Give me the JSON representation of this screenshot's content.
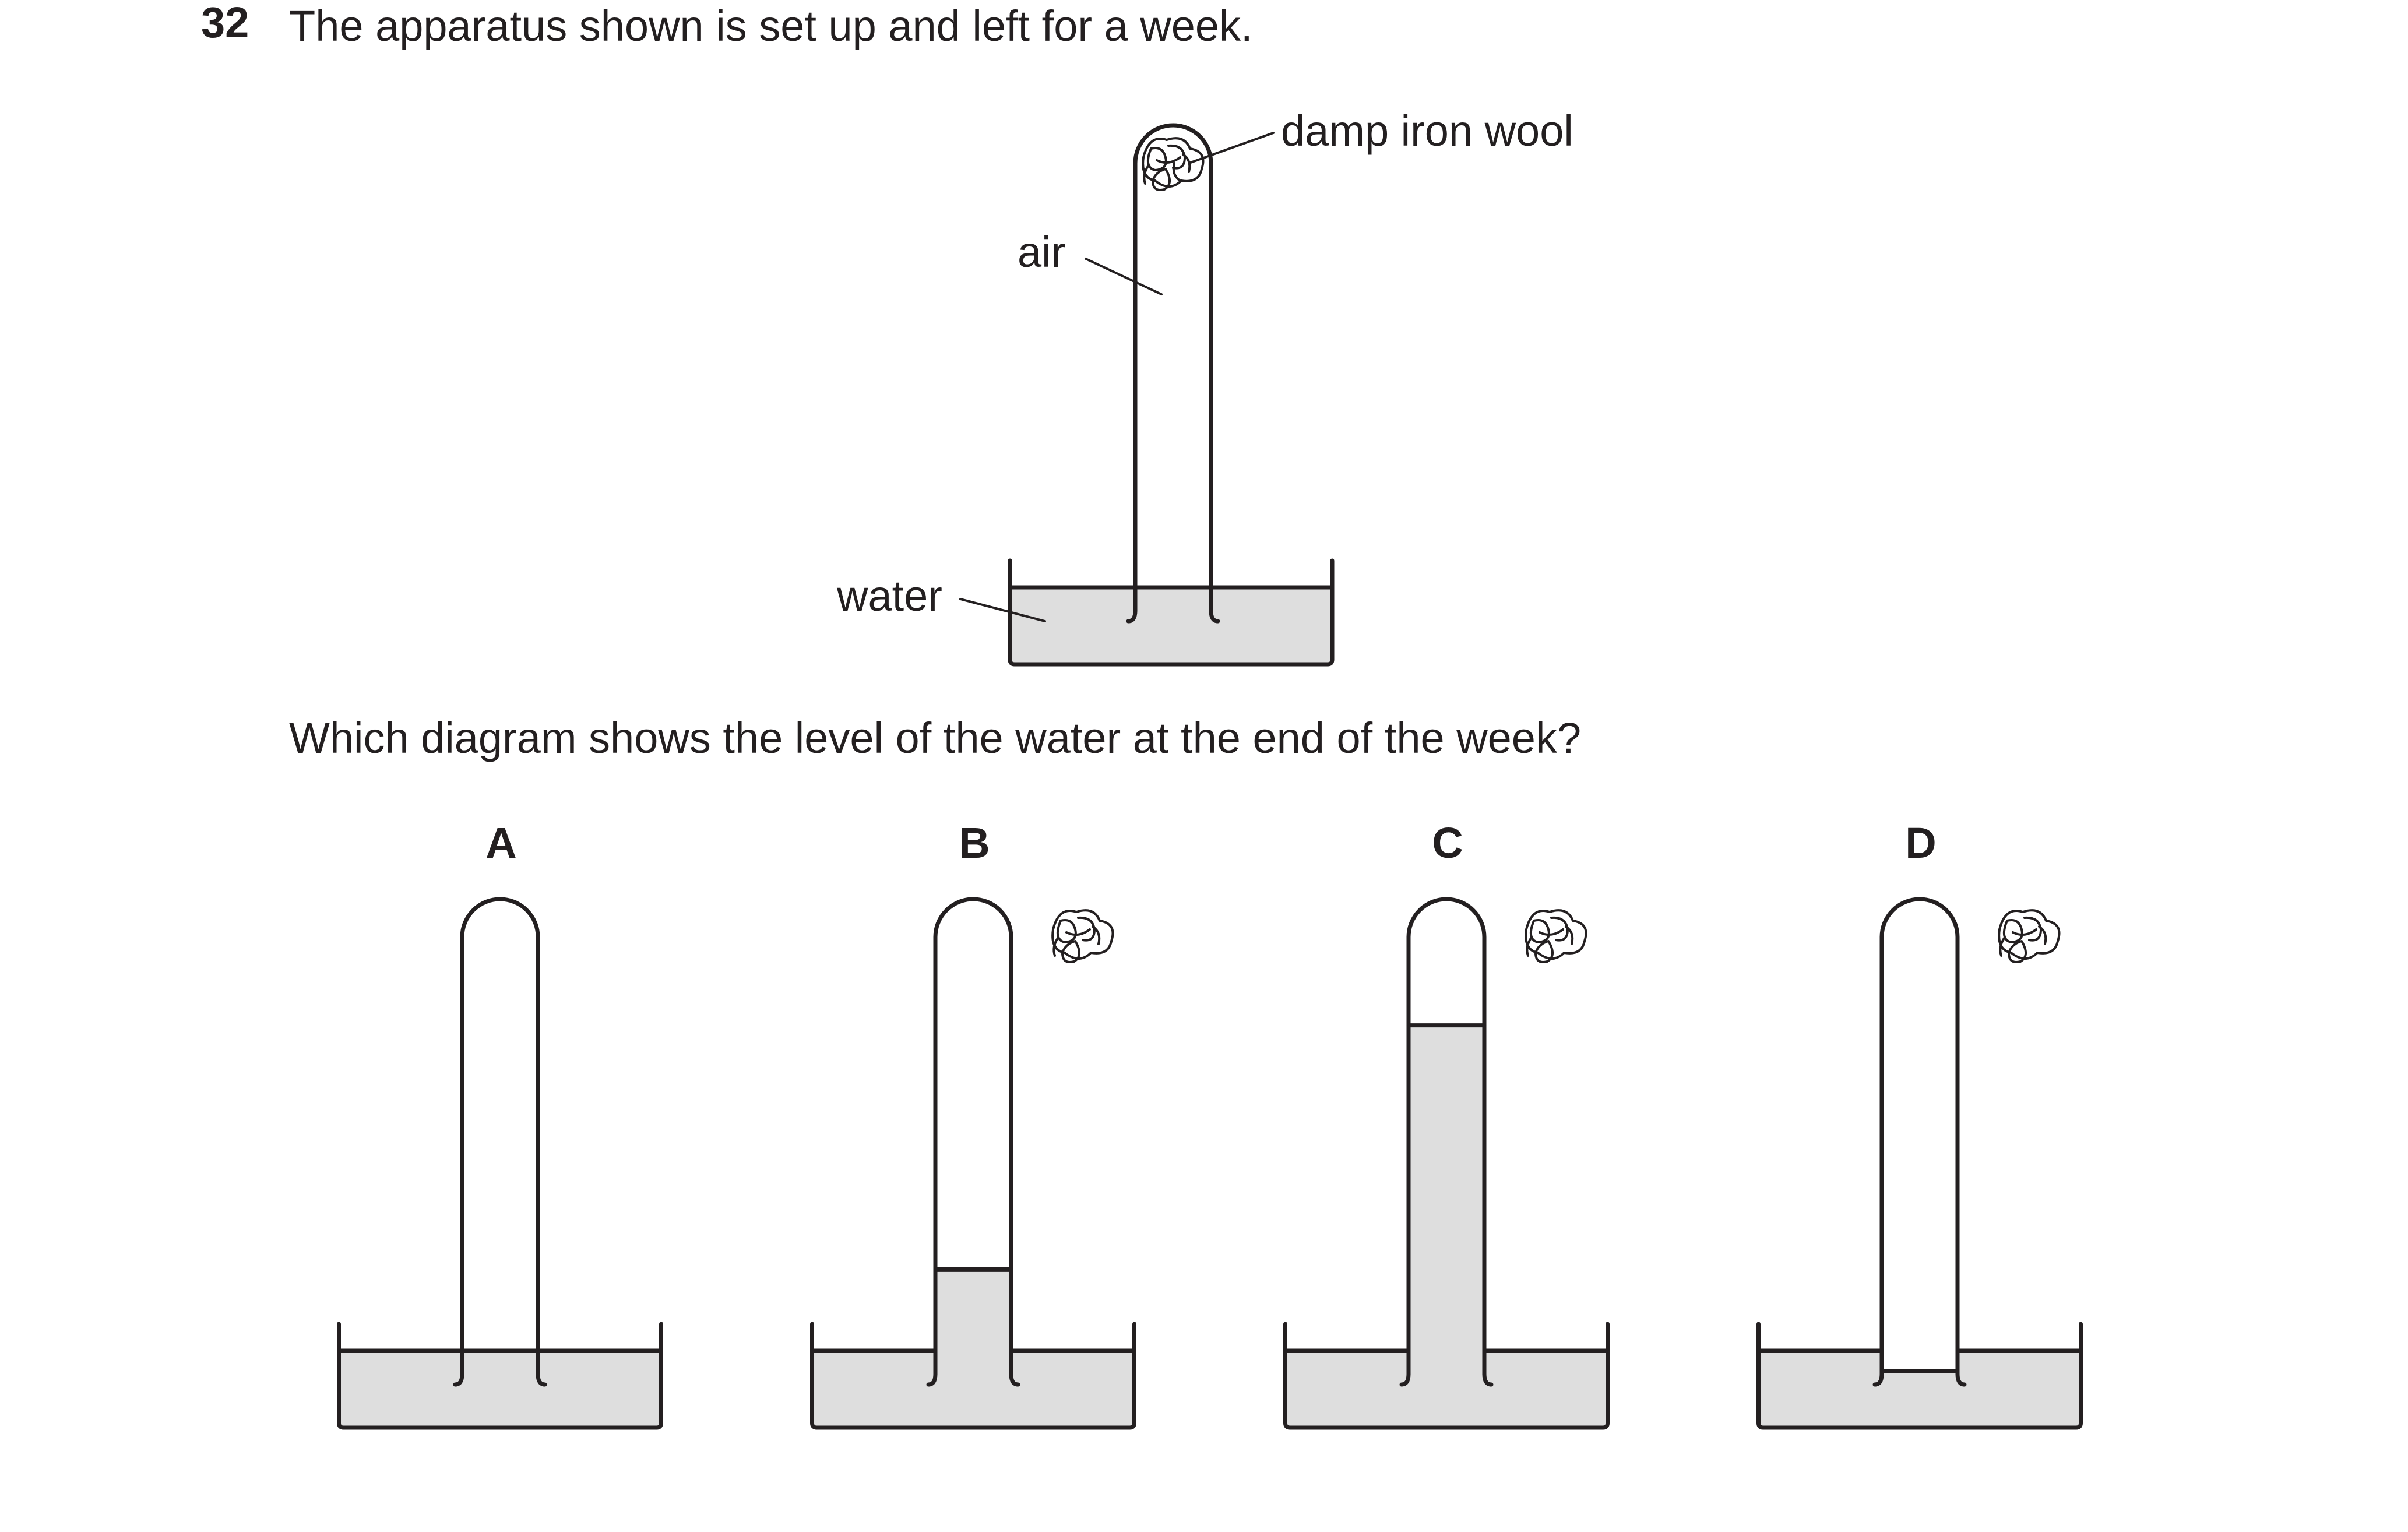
{
  "question": {
    "number": "32",
    "text": "The apparatus shown is set up and left for a week.",
    "prompt": "Which diagram shows the level of the water at the end of the week?"
  },
  "apparatus": {
    "labels": {
      "iron_wool": "damp iron wool",
      "air": "air",
      "water": "water"
    }
  },
  "options": [
    {
      "letter": "A",
      "water_fraction_in_tube": 0.0
    },
    {
      "letter": "B",
      "water_fraction_in_tube": 0.2
    },
    {
      "letter": "C",
      "water_fraction_in_tube": 0.8
    },
    {
      "letter": "D",
      "water_fraction_in_tube": -0.05
    }
  ],
  "colors": {
    "water": "#dedede",
    "ink": "#231f20"
  }
}
